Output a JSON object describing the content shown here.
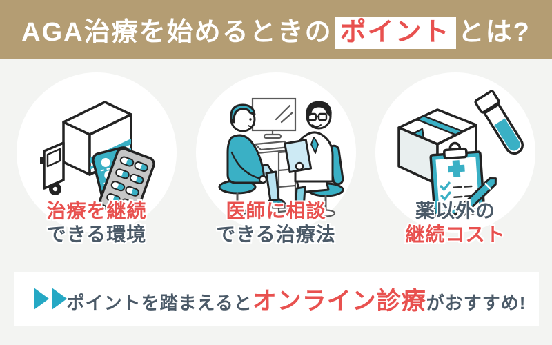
{
  "header": {
    "title_prefix": "AGA治療を始めるときの",
    "title_highlight": "ポイント",
    "title_suffix": "とは?"
  },
  "points": [
    {
      "id": "continuable-environment",
      "line1": "治療を継続",
      "line2": "できる環境",
      "illustration": "truck-and-medicine-illustration"
    },
    {
      "id": "doctor-consultation",
      "line1": "医師に相談",
      "line2": "できる治療法",
      "illustration": "doctor-consultation-illustration"
    },
    {
      "id": "ongoing-cost",
      "line1": "薬以外の",
      "line2": "継続コスト",
      "illustration": "delivery-testkit-checklist-illustration"
    }
  ],
  "footer": {
    "lead": "ポイントを踏まえると",
    "highlight": "オンライン診療",
    "tail": "がおすすめ!",
    "icon": "double-chevron-right-icon"
  },
  "colors": {
    "band_tan": "#b49d73",
    "content_bg": "#f3f4f2",
    "accent_red": "#e8514f",
    "text_dark": "#4b5a68",
    "illustration_teal": "#3ab0c5",
    "illustration_light_blue": "#b9e2f0",
    "blister_gray": "#c6c6c6"
  }
}
